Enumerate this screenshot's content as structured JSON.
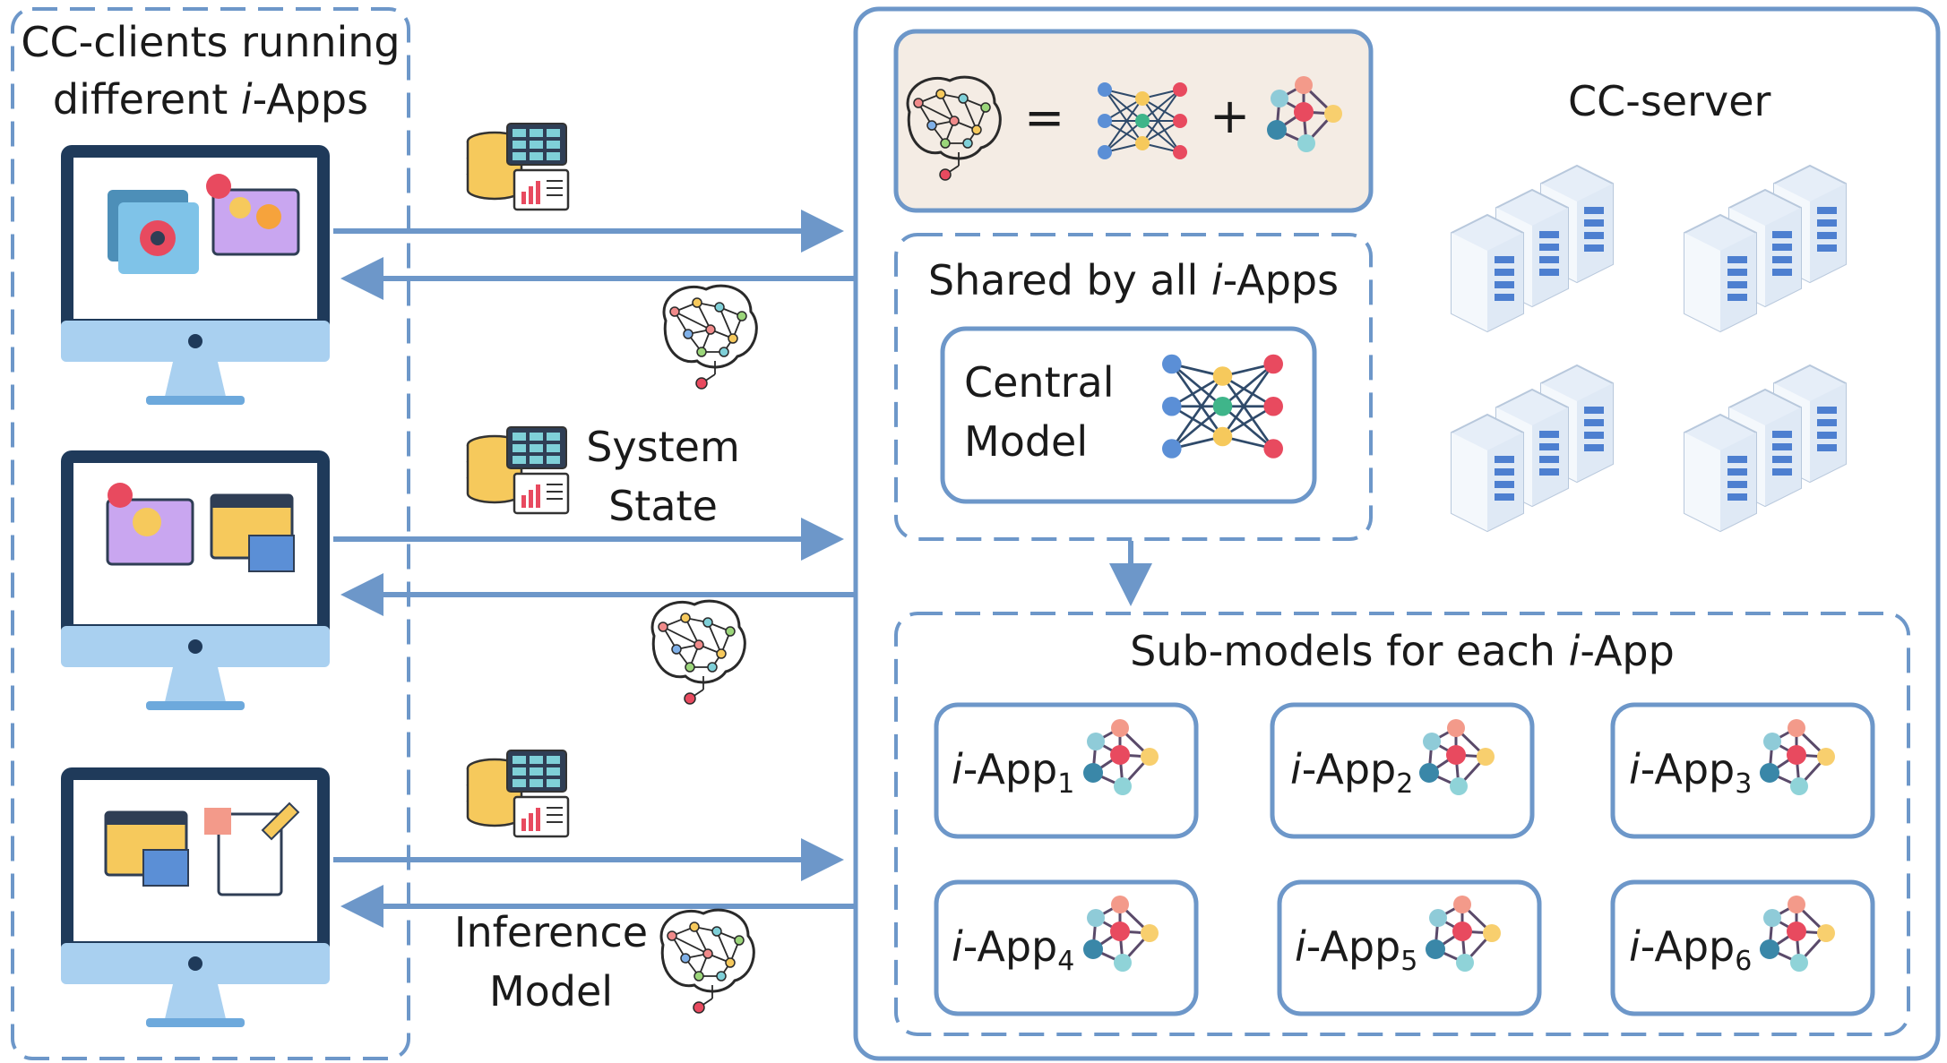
{
  "clients_panel": {
    "title_line1": "CC-clients running",
    "title_line2_prefix": "different ",
    "title_line2_italic": "i",
    "title_line2_suffix": "-Apps"
  },
  "server_panel": {
    "title": "CC-server",
    "equation": {
      "equals": "=",
      "plus": "+"
    },
    "shared_box": {
      "title_prefix": "Shared by all ",
      "title_italic": "i",
      "title_suffix": "-Apps",
      "central_model_line1": "Central",
      "central_model_line2": "Model"
    },
    "submodels_box": {
      "title_prefix": "Sub-models for each ",
      "title_italic": "i",
      "title_suffix": "-App",
      "apps": [
        {
          "italic": "i",
          "name": "-App",
          "sub": "1"
        },
        {
          "italic": "i",
          "name": "-App",
          "sub": "2"
        },
        {
          "italic": "i",
          "name": "-App",
          "sub": "3"
        },
        {
          "italic": "i",
          "name": "-App",
          "sub": "4"
        },
        {
          "italic": "i",
          "name": "-App",
          "sub": "5"
        },
        {
          "italic": "i",
          "name": "-App",
          "sub": "6"
        }
      ]
    }
  },
  "flow_labels": {
    "system_state_line1": "System",
    "system_state_line2": "State",
    "inference_line1": "Inference",
    "inference_line2": "Model"
  },
  "icons": {
    "client_monitor": "desktop-monitor-icon",
    "database": "database-stack-icon",
    "brain_network": "neural-brain-icon",
    "neural_net": "neural-network-icon",
    "graph_model": "graph-network-icon",
    "server_rack": "server-rack-icon"
  },
  "colors": {
    "frame_blue": "#6d97c9",
    "arrow_blue": "#6d97c9",
    "monitor_blue": "#a9d0f0",
    "monitor_dark": "#1f3a5a",
    "equation_bg": "#f4ece4"
  }
}
